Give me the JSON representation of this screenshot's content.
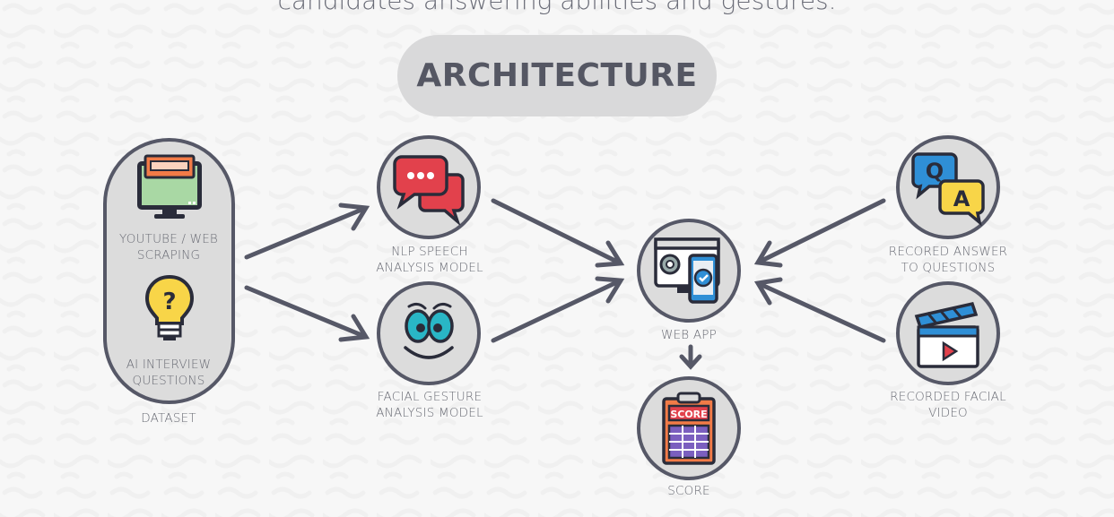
{
  "header": {
    "subtitle": "candidates answering abilities and gestures.",
    "title": "ARCHITECTURE"
  },
  "dataset": {
    "label": "DATASET",
    "items": [
      {
        "line1": "YOUTUBE / WEB",
        "line2": "SCRAPING",
        "icon": "monitor-icon"
      },
      {
        "line1": "AI INTERVIEW",
        "line2": "QUESTIONS",
        "icon": "lightbulb-question-icon"
      }
    ]
  },
  "models": [
    {
      "line1": "NLP SPEECH",
      "line2": "ANALYSIS MODEL",
      "icon": "chat-bubbles-icon"
    },
    {
      "line1": "FACIAL GESTURE",
      "line2": "ANALYSIS MODEL",
      "icon": "smiley-face-icon"
    }
  ],
  "center": {
    "webapp": {
      "label": "WEB APP",
      "icon": "web-app-icon"
    },
    "score": {
      "label": "SCORE",
      "icon": "scoreboard-icon",
      "badge": "SCORE"
    }
  },
  "inputs": [
    {
      "line1": "RECORED ANSWER",
      "line2": "TO QUESTIONS",
      "icon": "qa-bubbles-icon",
      "q": "Q",
      "a": "A"
    },
    {
      "line1": "RECORDED FACIAL",
      "line2": "VIDEO",
      "icon": "clapperboard-icon"
    }
  ],
  "colors": {
    "stroke": "#565867",
    "circle_fill": "#dcdcdc",
    "red": "#e2414c",
    "teal": "#29b6c6",
    "yellow": "#f8d548",
    "blue": "#2f8fd6",
    "orange": "#f27b47",
    "green": "#a9d8a4"
  }
}
